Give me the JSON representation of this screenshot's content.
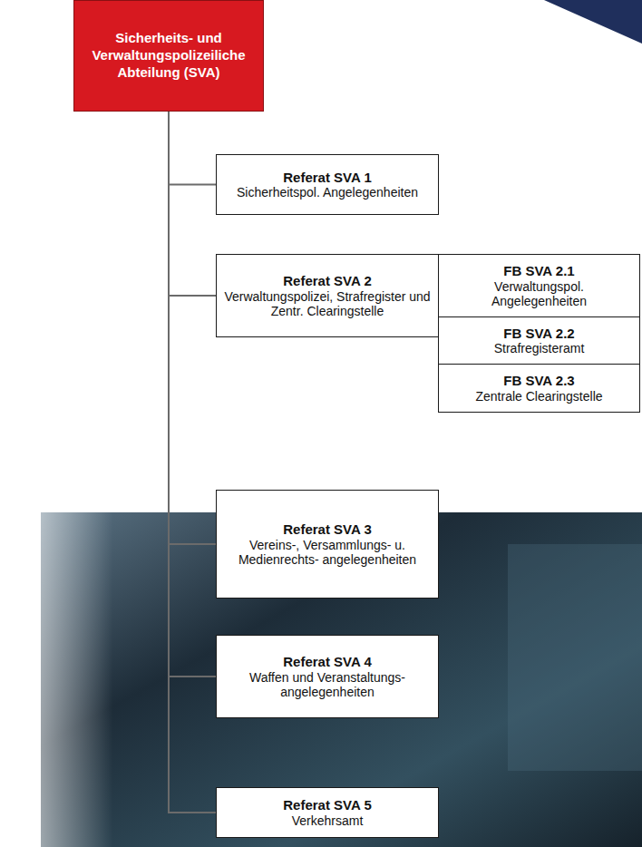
{
  "diagram": {
    "nodes": [
      {
        "text": [
          "Sicherheits- und Verwaltungspolizeiliche Abteilung (SVA)"
        ]
      },
      {
        "text": [
          "Referat SVA 1",
          "Sicherheitspol. Angelegenheiten"
        ]
      },
      {
        "text": [
          "Referat SVA 2",
          "Verwaltungspolizei, Strafregister und Zentr. Clearingstelle"
        ]
      },
      {
        "text": [
          "FB SVA 2.1",
          "Verwaltungspol. Angelegenheiten"
        ]
      },
      {
        "text": [
          "FB SVA 2.2",
          "Strafregisteramt"
        ]
      },
      {
        "text": [
          "FB SVA 2.3",
          "Zentrale Clearingstelle"
        ]
      },
      {
        "text": [
          "Referat SVA 3",
          "Vereins-, Versammlungs- u. Medienrechts- angelegenheiten"
        ]
      },
      {
        "text": [
          "Referat SVA 4",
          "Waffen und Veranstaltungs- angelegenheiten"
        ]
      },
      {
        "text": [
          "Referat SVA 5",
          "Verkehrsamt"
        ]
      }
    ],
    "edges": [
      {
        "from": 0,
        "to": 1,
        "arrow": "none"
      },
      {
        "from": 0,
        "to": 2,
        "arrow": "none"
      },
      {
        "from": 0,
        "to": 6,
        "arrow": "none"
      },
      {
        "from": 0,
        "to": 7,
        "arrow": "none"
      },
      {
        "from": 0,
        "to": 8,
        "arrow": "none"
      }
    ]
  }
}
